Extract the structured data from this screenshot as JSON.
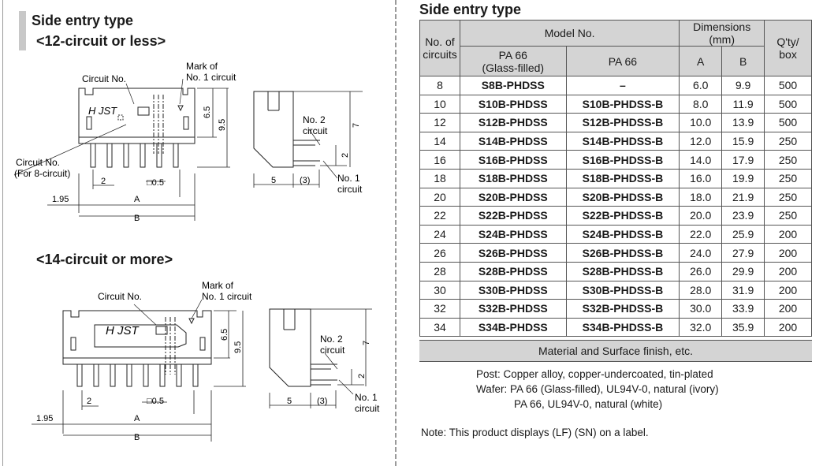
{
  "left": {
    "title": "Side entry type",
    "sections": [
      {
        "heading": "<12-circuit or less>"
      },
      {
        "heading": "<14-circuit or more>"
      }
    ],
    "drawing1": {
      "circuit_no": "Circuit No.",
      "mark_of": "Mark of",
      "no1_circuit": "No. 1 circuit",
      "circuit_no_for8": "Circuit No.",
      "for_8_circuit": "(For 8-circuit)",
      "logo": "H JST",
      "dim_65": "6.5",
      "dim_95": "9.5",
      "dim_2": "2",
      "dim_05": "□0.5",
      "dim_195": "1.95",
      "dim_a": "A",
      "dim_b": "B",
      "no2": "No. 2",
      "circuit_a": "circuit",
      "no1": "No. 1",
      "circuit_b": "circuit",
      "dim_7": "7",
      "dim_2s": "2",
      "dim_5": "5",
      "dim_3": "(3)"
    },
    "drawing2": {
      "circuit_no": "Circuit No.",
      "mark_of": "Mark of",
      "no1_circuit": "No. 1 circuit",
      "logo": "H JST",
      "dim_65": "6.5",
      "dim_95": "9.5",
      "dim_2": "2",
      "dim_05": "□0.5",
      "dim_195": "1.95",
      "dim_a": "A",
      "dim_b": "B",
      "no2": "No. 2",
      "circuit_a": "circuit",
      "no1": "No. 1",
      "circuit_b": "circuit",
      "dim_7": "7",
      "dim_2s": "2",
      "dim_5": "5",
      "dim_3": "(3)"
    }
  },
  "right": {
    "title": "Side entry type",
    "table": {
      "h_circuits_1": "No. of",
      "h_circuits_2": "circuits",
      "h_model": "Model No.",
      "h_pa66gf_1": "PA 66",
      "h_pa66gf_2": "(Glass-filled)",
      "h_pa66": "PA 66",
      "h_dims": "Dimensions (mm)",
      "h_a": "A",
      "h_b": "B",
      "h_qty_1": "Q'ty/",
      "h_qty_2": "box",
      "rows": [
        [
          "8",
          "S8B-PHDSS",
          "–",
          "6.0",
          "9.9",
          "500"
        ],
        [
          "10",
          "S10B-PHDSS",
          "S10B-PHDSS-B",
          "8.0",
          "11.9",
          "500"
        ],
        [
          "12",
          "S12B-PHDSS",
          "S12B-PHDSS-B",
          "10.0",
          "13.9",
          "500"
        ],
        [
          "14",
          "S14B-PHDSS",
          "S14B-PHDSS-B",
          "12.0",
          "15.9",
          "250"
        ],
        [
          "16",
          "S16B-PHDSS",
          "S16B-PHDSS-B",
          "14.0",
          "17.9",
          "250"
        ],
        [
          "18",
          "S18B-PHDSS",
          "S18B-PHDSS-B",
          "16.0",
          "19.9",
          "250"
        ],
        [
          "20",
          "S20B-PHDSS",
          "S20B-PHDSS-B",
          "18.0",
          "21.9",
          "250"
        ],
        [
          "22",
          "S22B-PHDSS",
          "S22B-PHDSS-B",
          "20.0",
          "23.9",
          "250"
        ],
        [
          "24",
          "S24B-PHDSS",
          "S24B-PHDSS-B",
          "22.0",
          "25.9",
          "200"
        ],
        [
          "26",
          "S26B-PHDSS",
          "S26B-PHDSS-B",
          "24.0",
          "27.9",
          "200"
        ],
        [
          "28",
          "S28B-PHDSS",
          "S28B-PHDSS-B",
          "26.0",
          "29.9",
          "200"
        ],
        [
          "30",
          "S30B-PHDSS",
          "S30B-PHDSS-B",
          "28.0",
          "31.9",
          "200"
        ],
        [
          "32",
          "S32B-PHDSS",
          "S32B-PHDSS-B",
          "30.0",
          "33.9",
          "200"
        ],
        [
          "34",
          "S34B-PHDSS",
          "S34B-PHDSS-B",
          "32.0",
          "35.9",
          "200"
        ]
      ]
    },
    "material": {
      "heading": "Material and Surface finish, etc.",
      "post": "Post: Copper alloy, copper-undercoated, tin-plated",
      "wafer": "Wafer: PA 66 (Glass-filled), UL94V-0, natural (ivory)",
      "wafer2": "PA 66, UL94V-0, natural (white)"
    },
    "note": "Note: This product displays (LF) (SN) on a label."
  }
}
